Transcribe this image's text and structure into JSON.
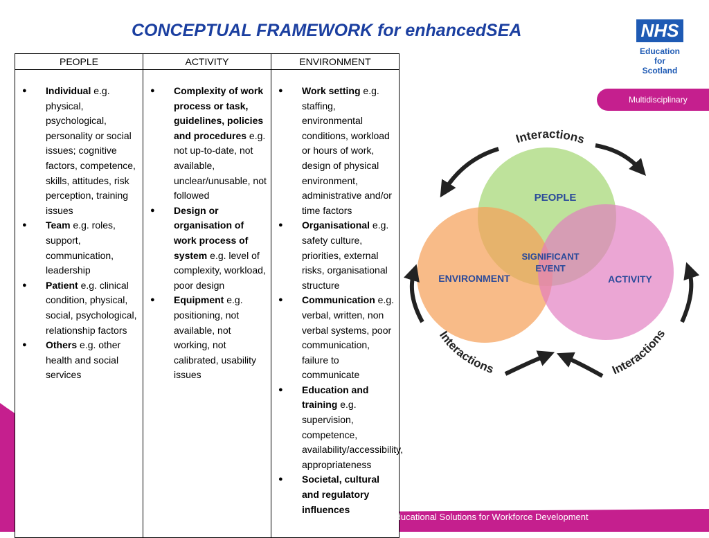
{
  "title": "CONCEPTUAL FRAMEWORK for enhancedSEA",
  "logo": {
    "mark": "NHS",
    "lines": [
      "Education",
      "for",
      "Scotland"
    ]
  },
  "tag": "Multidisciplinary",
  "table": {
    "headers": [
      "PEOPLE",
      "ACTIVITY",
      "ENVIRONMENT"
    ],
    "people": [
      {
        "term": "Individual",
        "desc": " e.g. physical, psychological, personality or social issues; cognitive factors, competence, skills, attitudes, risk perception, training issues"
      },
      {
        "term": "Team",
        "desc": " e.g. roles, support, communication, leadership"
      },
      {
        "term": "Patient",
        "desc": " e.g. clinical condition, physical, social, psychological, relationship factors"
      },
      {
        "term": "Others",
        "desc": " e.g. other health and social services"
      }
    ],
    "activity": [
      {
        "term": "Complexity of work process or task, guidelines, policies and procedures",
        "desc": " e.g. not up-to-date, not available, unclear/unusable, not followed"
      },
      {
        "term": "Design or organisation of work process of system",
        "desc": " e.g. level of complexity, workload, poor design"
      },
      {
        "term": "Equipment",
        "desc": " e.g. positioning, not available, not working, not calibrated, usability issues"
      }
    ],
    "environment": [
      {
        "term": "Work setting",
        "desc": " e.g. staffing, environmental conditions, workload or hours of work, design of physical environment, administrative and/or time factors"
      },
      {
        "term": "Organisational",
        "desc": " e.g. safety culture, priorities, external risks, organisational structure"
      },
      {
        "term": "Communication",
        "desc": " e.g. verbal, written, non verbal systems, poor communication, failure to communicate"
      },
      {
        "term": "Education and training",
        "desc": " e.g. supervision, competence, availability/accessibility, appropriateness"
      },
      {
        "term": "Societal, cultural and regulatory influences",
        "desc": ""
      }
    ]
  },
  "diagram": {
    "circles": {
      "people": "PEOPLE",
      "environment": "ENVIRONMENT",
      "activity": "ACTIVITY"
    },
    "center": [
      "SIGNIFICANT",
      "EVENT"
    ],
    "arrows": {
      "top": "Interactions",
      "left": "Interactions",
      "right": "Interactions"
    },
    "colors": {
      "people": "#a8d87a",
      "environment": "#f5a15a",
      "activity": "#e27cc0",
      "arrow": "#222222",
      "text": "#2b4a9a"
    }
  },
  "footer": "Educational Solutions for Workforce Development",
  "colors": {
    "title": "#1b3fa0",
    "accent": "#c51f8e",
    "nhs_blue": "#1e5ab4"
  }
}
